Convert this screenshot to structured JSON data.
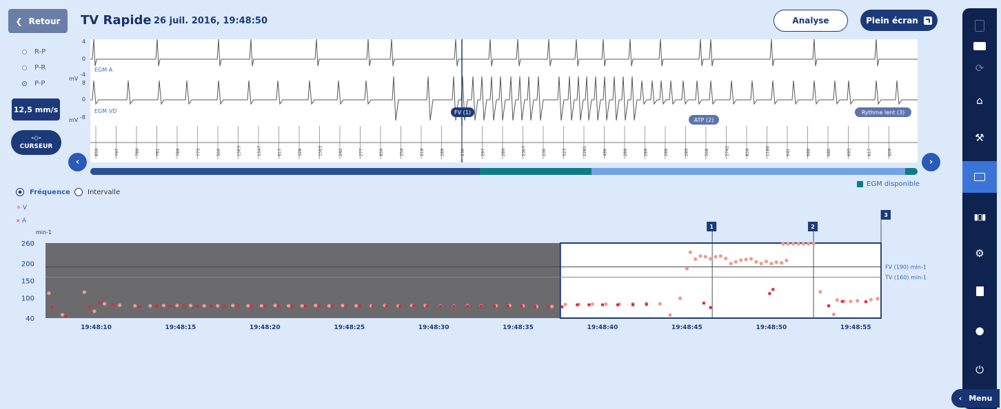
{
  "header": {
    "back_label": "Retour",
    "title": "TV Rapide",
    "datetime": "26 juil. 2016, 19:48:50",
    "analyse_label": "Analyse",
    "fullscreen_label": "Plein écran"
  },
  "controls": {
    "radio_options": [
      "R-P",
      "P-R",
      "P-P"
    ],
    "selected": "P-P",
    "speed": "12,5 mm/s",
    "cursor_label": "CURSEUR"
  },
  "egm": {
    "channel_a": "EGM A",
    "channel_v": "EGM VD",
    "a_scale": [
      "4",
      "0",
      "-4"
    ],
    "v_scale": [
      "8",
      "0",
      "-8"
    ],
    "unit": "mV",
    "events": [
      {
        "label": "FV (1)"
      },
      {
        "label": "ATP (2)"
      },
      {
        "label": "Rythme lent (3)"
      }
    ],
    "marker_intervals": [
      "859",
      "797",
      "789",
      "781",
      "789",
      "773",
      "500",
      "1563",
      "1547",
      "617",
      "328",
      "1563",
      "242",
      "277",
      "859",
      "254",
      "219",
      "289",
      "230",
      "297",
      "289",
      "2367",
      "230",
      "523",
      "2281",
      "496",
      "289",
      "289",
      "289",
      "289",
      "508",
      "2742",
      "859",
      "1180",
      "641",
      "688",
      "680",
      "695",
      "617",
      "609"
    ],
    "legend_available": "EGM disponible"
  },
  "trend": {
    "mode_options": [
      "Fréquence",
      "Intervalle"
    ],
    "mode_selected": "Fréquence",
    "legend_v": "V",
    "legend_a": "A",
    "y_unit": "min-1",
    "y_ticks": [
      "260",
      "200",
      "150",
      "100",
      "40"
    ],
    "x_ticks": [
      "19:48:10",
      "19:48:15",
      "19:48:20",
      "19:48:25",
      "19:48:30",
      "19:48:35",
      "19:48:40",
      "19:48:45",
      "19:48:50",
      "19:48:55"
    ],
    "zones": [
      {
        "label": "FV (190) min-1",
        "value": 190
      },
      {
        "label": "TV (160) min-1",
        "value": 160
      }
    ],
    "markers": [
      "1",
      "2",
      "3"
    ],
    "colors": {
      "v": "#f29a8e",
      "a": "#d9283f"
    }
  },
  "chart_data": {
    "type": "scatter",
    "title": "",
    "ylabel": "min-1",
    "ylim": [
      40,
      260
    ],
    "xlim": [
      7,
      56.5
    ],
    "x_label_format": "19:48:ss",
    "thresholds": [
      {
        "name": "FV",
        "value": 190
      },
      {
        "name": "TV",
        "value": 160
      }
    ],
    "detection_window": [
      37.5,
      56.5
    ],
    "event_lines": [
      {
        "label": "1",
        "x": 46.5
      },
      {
        "label": "2",
        "x": 52.5
      },
      {
        "label": "3",
        "x": 56.5
      }
    ],
    "series": [
      {
        "name": "V",
        "points": [
          [
            7.2,
            113
          ],
          [
            8.0,
            50
          ],
          [
            9.3,
            116
          ],
          [
            9.9,
            60
          ],
          [
            10.5,
            82
          ],
          [
            11.4,
            78
          ],
          [
            12.3,
            76
          ],
          [
            13.2,
            76
          ],
          [
            14.0,
            77
          ],
          [
            14.8,
            77
          ],
          [
            15.6,
            77
          ],
          [
            16.4,
            76
          ],
          [
            17.2,
            76
          ],
          [
            18.1,
            77
          ],
          [
            19.0,
            76
          ],
          [
            19.8,
            76
          ],
          [
            20.6,
            77
          ],
          [
            21.4,
            76
          ],
          [
            22.2,
            76
          ],
          [
            23.0,
            77
          ],
          [
            23.8,
            76
          ],
          [
            24.6,
            77
          ],
          [
            25.4,
            76
          ],
          [
            26.3,
            76
          ],
          [
            27.1,
            77
          ],
          [
            27.9,
            76
          ],
          [
            28.7,
            77
          ],
          [
            29.5,
            77
          ],
          [
            30.4,
            76
          ],
          [
            31.2,
            76
          ],
          [
            32.0,
            77
          ],
          [
            32.8,
            76
          ],
          [
            33.7,
            76
          ],
          [
            34.5,
            77
          ],
          [
            35.3,
            76
          ],
          [
            36.1,
            74
          ],
          [
            37.0,
            74
          ],
          [
            37.8,
            80
          ],
          [
            38.6,
            80
          ],
          [
            39.4,
            81
          ],
          [
            40.2,
            81
          ],
          [
            41.0,
            81
          ],
          [
            41.8,
            82
          ],
          [
            42.6,
            83
          ],
          [
            43.4,
            82
          ],
          [
            44.0,
            49
          ],
          [
            44.6,
            98
          ],
          [
            45.0,
            185
          ],
          [
            45.2,
            233
          ],
          [
            45.5,
            213
          ],
          [
            45.8,
            222
          ],
          [
            46.1,
            220
          ],
          [
            46.4,
            214
          ],
          [
            46.7,
            220
          ],
          [
            47.0,
            222
          ],
          [
            47.3,
            215
          ],
          [
            47.6,
            200
          ],
          [
            47.9,
            205
          ],
          [
            48.2,
            210
          ],
          [
            48.5,
            212
          ],
          [
            48.8,
            214
          ],
          [
            49.1,
            205
          ],
          [
            49.4,
            200
          ],
          [
            49.7,
            206
          ],
          [
            50.0,
            200
          ],
          [
            50.3,
            204
          ],
          [
            50.6,
            202
          ],
          [
            50.9,
            209
          ],
          [
            50.7,
            258
          ],
          [
            51.0,
            258
          ],
          [
            51.3,
            258
          ],
          [
            51.6,
            258
          ],
          [
            51.9,
            258
          ],
          [
            52.2,
            258
          ],
          [
            52.5,
            258
          ],
          [
            52.9,
            117
          ],
          [
            53.7,
            51
          ],
          [
            53.9,
            93
          ],
          [
            54.3,
            89
          ],
          [
            54.7,
            89
          ],
          [
            55.1,
            91
          ],
          [
            55.9,
            94
          ],
          [
            56.3,
            97
          ]
        ]
      },
      {
        "name": "A",
        "points": [
          [
            7.4,
            72
          ],
          [
            8.2,
            45
          ],
          [
            9.6,
            73
          ],
          [
            10.2,
            84
          ],
          [
            11.0,
            80
          ],
          [
            12.6,
            74
          ],
          [
            13.6,
            76
          ],
          [
            14.4,
            76
          ],
          [
            15.2,
            76
          ],
          [
            16.0,
            75
          ],
          [
            16.8,
            75
          ],
          [
            17.6,
            75
          ],
          [
            18.4,
            75
          ],
          [
            19.2,
            75
          ],
          [
            20.0,
            75
          ],
          [
            20.8,
            75
          ],
          [
            21.6,
            74
          ],
          [
            22.4,
            75
          ],
          [
            23.2,
            75
          ],
          [
            24.0,
            75
          ],
          [
            24.8,
            75
          ],
          [
            25.6,
            75
          ],
          [
            26.4,
            75
          ],
          [
            27.2,
            75
          ],
          [
            28.0,
            75
          ],
          [
            28.8,
            75
          ],
          [
            29.6,
            75
          ],
          [
            30.4,
            75
          ],
          [
            31.2,
            75
          ],
          [
            32.0,
            75
          ],
          [
            32.8,
            75
          ],
          [
            33.6,
            75
          ],
          [
            34.4,
            75
          ],
          [
            35.2,
            75
          ],
          [
            36.0,
            73
          ],
          [
            36.8,
            73
          ],
          [
            37.6,
            73
          ],
          [
            38.5,
            79
          ],
          [
            39.2,
            79
          ],
          [
            40.0,
            79
          ],
          [
            40.9,
            79
          ],
          [
            41.8,
            79
          ],
          [
            42.6,
            80
          ],
          [
            46.0,
            84
          ],
          [
            46.4,
            71
          ],
          [
            49.9,
            112
          ],
          [
            50.1,
            124
          ],
          [
            53.4,
            76
          ],
          [
            54.2,
            89
          ],
          [
            55.6,
            88
          ]
        ]
      }
    ]
  }
}
